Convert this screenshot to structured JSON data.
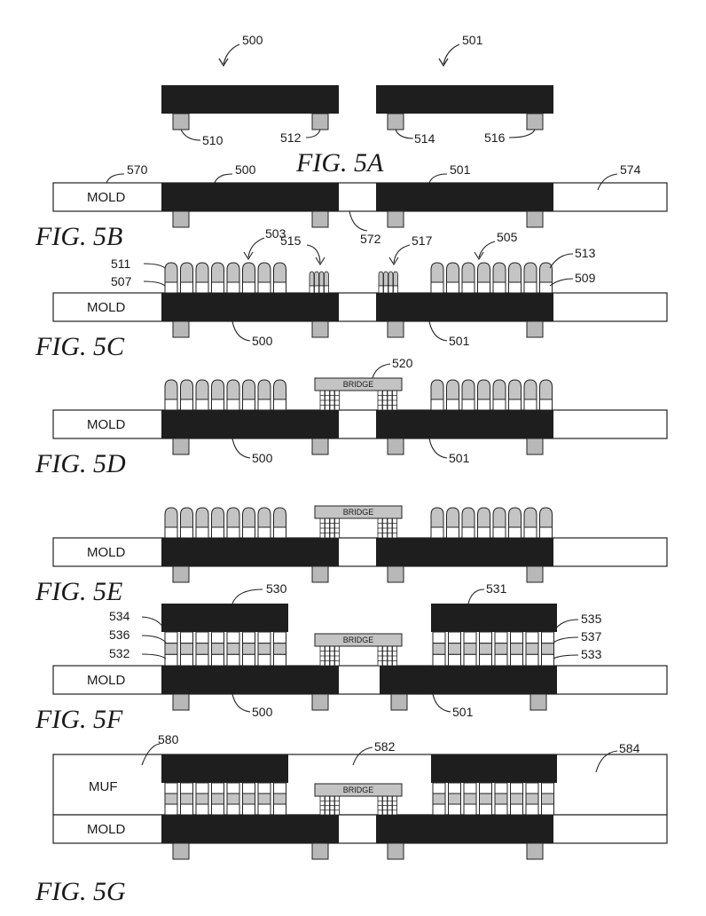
{
  "figures": {
    "fig_5a": "FIG. 5A",
    "fig_5b": "FIG. 5B",
    "fig_5c": "FIG. 5C",
    "fig_5d": "FIG. 5D",
    "fig_5e": "FIG. 5E",
    "fig_5f": "FIG. 5F",
    "fig_5g": "FIG. 5G"
  },
  "labels": {
    "mold": "MOLD",
    "bridge": "BRIDGE",
    "muf": "MUF"
  },
  "refs": {
    "r500": "500",
    "r501": "501",
    "r503": "503",
    "r505": "505",
    "r507": "507",
    "r509": "509",
    "r510": "510",
    "r511": "511",
    "r512": "512",
    "r513": "513",
    "r514": "514",
    "r515": "515",
    "r516": "516",
    "r517": "517",
    "r520": "520",
    "r530": "530",
    "r531": "531",
    "r532": "532",
    "r533": "533",
    "r534": "534",
    "r535": "535",
    "r536": "536",
    "r537": "537",
    "r570": "570",
    "r572": "572",
    "r574": "574",
    "r580": "580",
    "r582": "582",
    "r584": "584"
  },
  "colors": {
    "die": "#1e1e1e",
    "pad": "#b8b8b8",
    "bump": "#c4c4c4",
    "outline": "#222222",
    "background": "#ffffff"
  }
}
